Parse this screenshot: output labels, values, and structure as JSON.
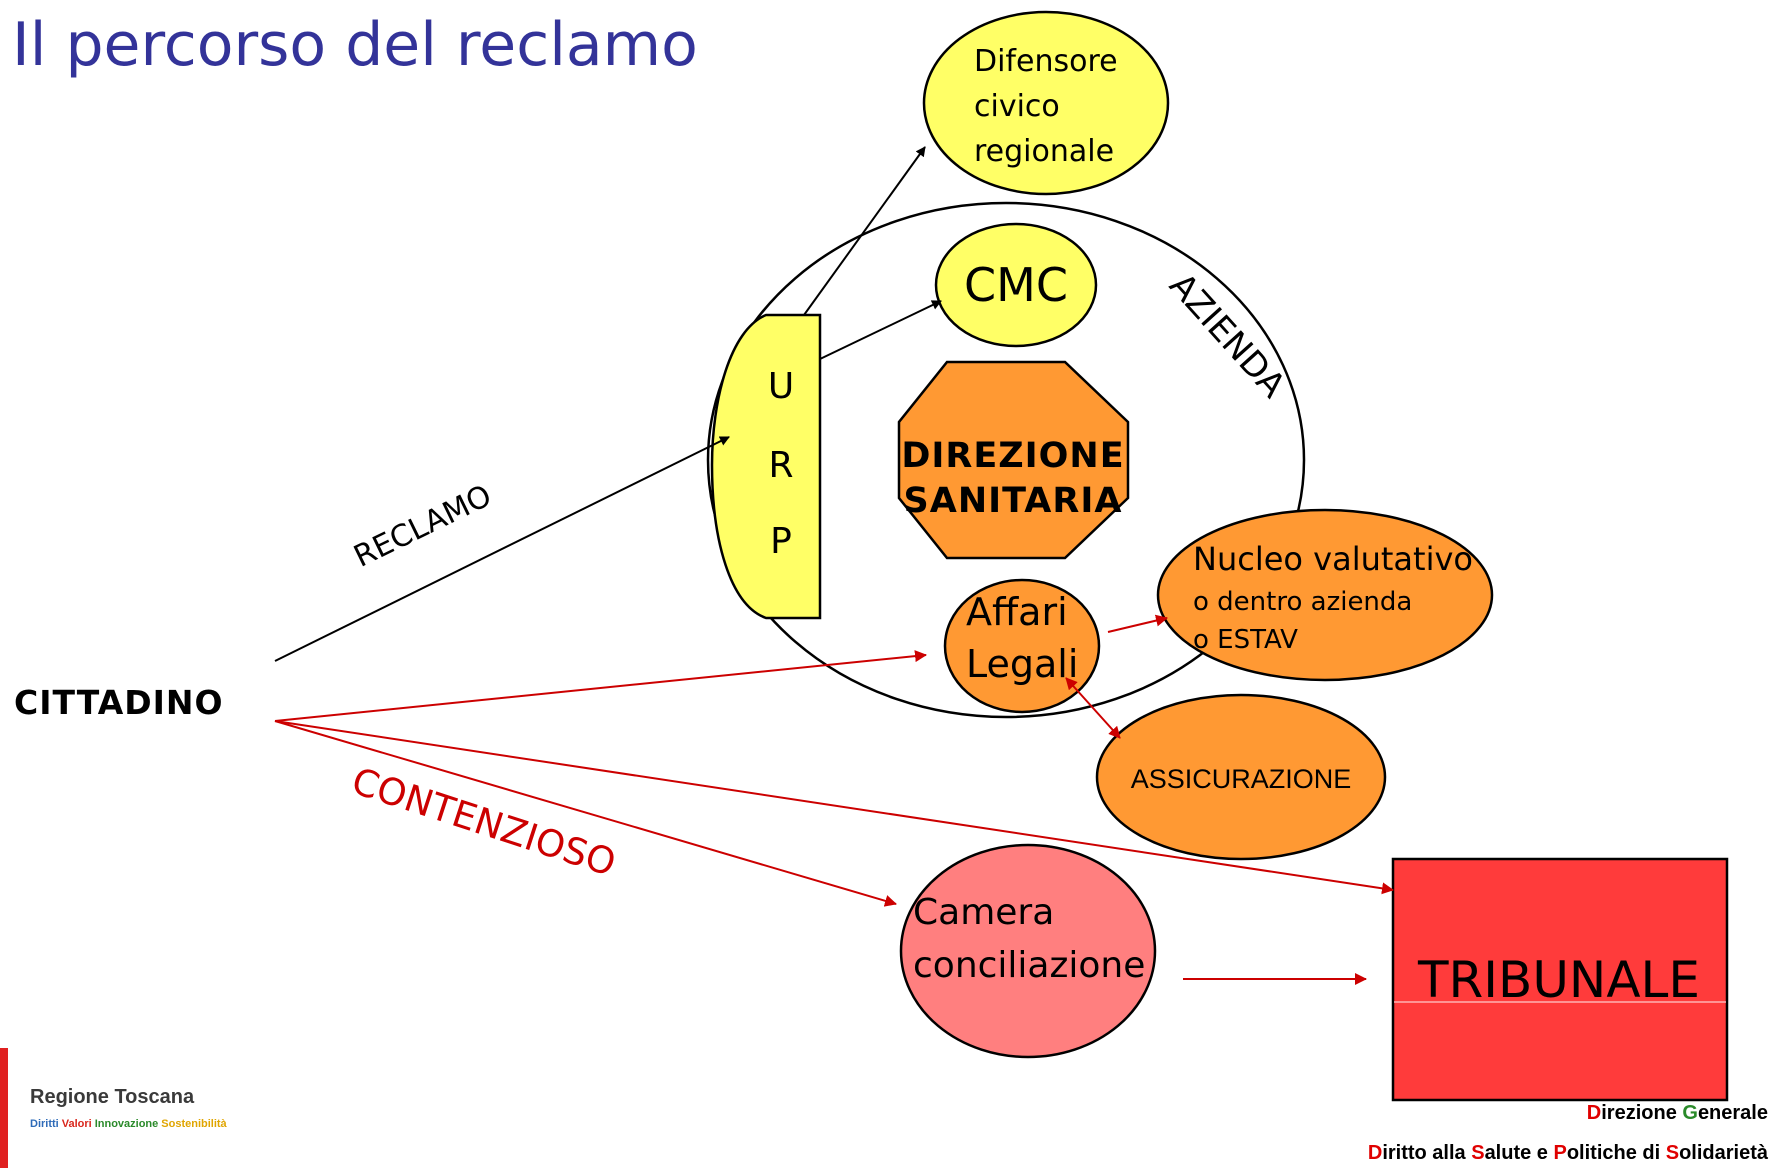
{
  "title": "Il percorso del reclamo",
  "cittadino": "CITTADINO",
  "reclamo": "RECLAMO",
  "contenzioso": "CONTENZIOSO",
  "azienda": "AZIENDA",
  "urp": [
    "U",
    "R",
    "P"
  ],
  "difensore": [
    "Difensore",
    "civico",
    "regionale"
  ],
  "cmc": "CMC",
  "direzione_sanitaria": [
    "DIREZIONE",
    "SANITARIA"
  ],
  "affari_legali": [
    "Affari",
    "Legali"
  ],
  "nucleo": [
    "Nucleo valutativo",
    "o dentro azienda",
    "o ESTAV"
  ],
  "assicurazione": "ASSICURAZIONE",
  "camera": [
    "Camera",
    "conciliazione"
  ],
  "tribunale": "TRIBUNALE",
  "footer": {
    "logo_name": "Regione Toscana",
    "logo_tagline": [
      "Diritti",
      "Valori",
      "Innovazione",
      "Sostenibilità"
    ],
    "dg_line1": [
      {
        "t": "D",
        "c": "red"
      },
      {
        "t": "irezione ",
        "c": ""
      },
      {
        "t": "G",
        "c": "grn"
      },
      {
        "t": "enerale",
        "c": ""
      }
    ],
    "dg_line2": [
      {
        "t": "D",
        "c": "red"
      },
      {
        "t": "iritto alla ",
        "c": ""
      },
      {
        "t": "S",
        "c": "red"
      },
      {
        "t": "alute e ",
        "c": ""
      },
      {
        "t": "P",
        "c": "red"
      },
      {
        "t": "olitiche di ",
        "c": ""
      },
      {
        "t": "S",
        "c": "red"
      },
      {
        "t": "olidarietà",
        "c": ""
      }
    ]
  },
  "colors": {
    "title": "#333399",
    "yellow": "#ffff66",
    "orange": "#ff9933",
    "pink": "#ff7f7f",
    "tribunale": "#ff3b3b",
    "red_line": "#cc0000",
    "black_line": "#000000"
  }
}
